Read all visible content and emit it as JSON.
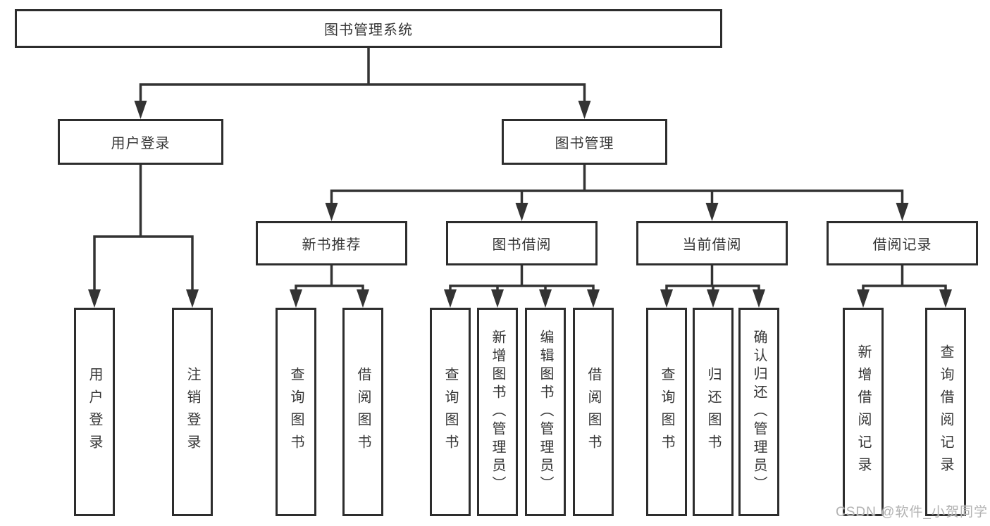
{
  "tree": {
    "label": "图书管理系统",
    "children": [
      {
        "label": "用户登录",
        "children": [
          {
            "label": "用户登录"
          },
          {
            "label": "注销登录"
          }
        ]
      },
      {
        "label": "图书管理",
        "children": [
          {
            "label": "新书推荐",
            "children": [
              {
                "label": "查询图书"
              },
              {
                "label": "借阅图书"
              }
            ]
          },
          {
            "label": "图书借阅",
            "children": [
              {
                "label": "查询图书"
              },
              {
                "label": "新增图书（管理员）"
              },
              {
                "label": "编辑图书（管理员）"
              },
              {
                "label": "借阅图书"
              }
            ]
          },
          {
            "label": "当前借阅",
            "children": [
              {
                "label": "查询图书"
              },
              {
                "label": "归还图书"
              },
              {
                "label": "确认归还（管理员）"
              }
            ]
          },
          {
            "label": "借阅记录",
            "children": [
              {
                "label": "新增借阅记录"
              },
              {
                "label": "查询借阅记录"
              }
            ]
          }
        ]
      }
    ]
  },
  "watermark": {
    "text": "CSDN @软件_小贺同学"
  },
  "colors": {
    "line": "#333333",
    "border": "#2d2d2d",
    "text": "#363636",
    "watermark": "#b2b2b2",
    "background": "#ffffff"
  }
}
